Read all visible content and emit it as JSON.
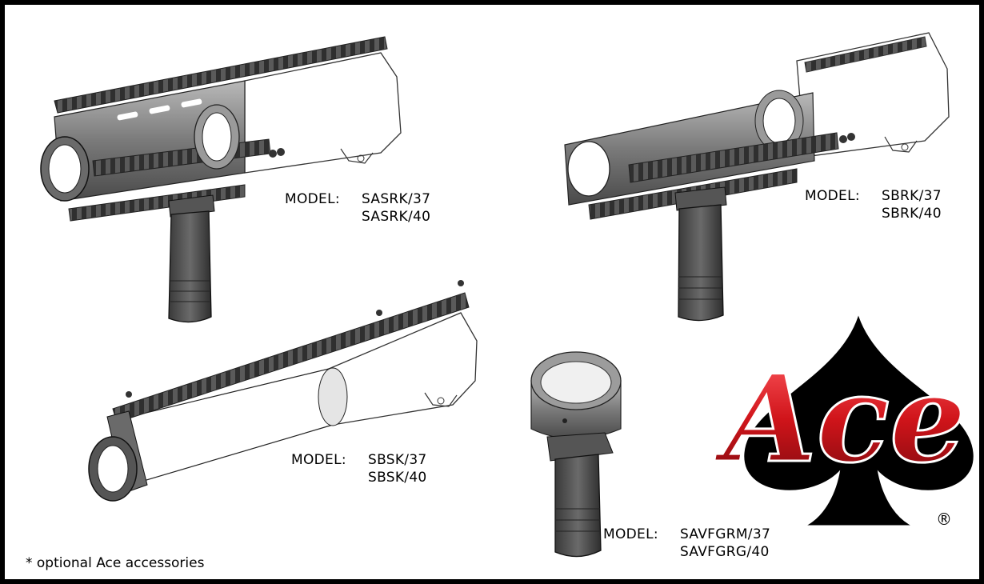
{
  "products": [
    {
      "model_label": "MODEL:",
      "codes": [
        "SASRK/37",
        "SASRK/40"
      ]
    },
    {
      "model_label": "MODEL:",
      "codes": [
        "SBRK/37",
        "SBRK/40"
      ]
    },
    {
      "model_label": "MODEL:",
      "codes": [
        "SBSK/37",
        "SBSK/40"
      ]
    },
    {
      "model_label": "MODEL:",
      "codes": [
        "SAVFGRM/37",
        "SAVFGRG/40"
      ]
    }
  ],
  "footnote": "* optional Ace accessories",
  "logo": {
    "text": "Ace",
    "registered": "®"
  },
  "colors": {
    "logo_red": "#d0141a",
    "spade": "#000000",
    "gray": "#8a8a8a"
  }
}
